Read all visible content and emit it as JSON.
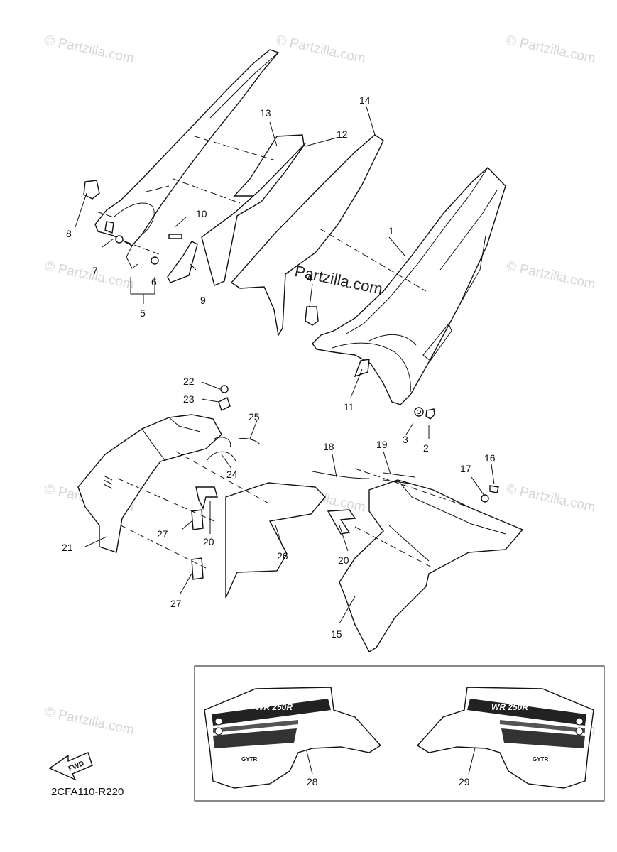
{
  "watermarks": {
    "text": "© Partzilla.com",
    "center_text": "© Partzilla.com"
  },
  "diagram_code": "2CFA110-R220",
  "fwd_label": "FWD",
  "callouts": [
    "1",
    "2",
    "3",
    "4",
    "5",
    "6",
    "7",
    "8",
    "9",
    "10",
    "11",
    "12",
    "13",
    "14",
    "15",
    "16",
    "17",
    "18",
    "19",
    "20",
    "20",
    "21",
    "22",
    "23",
    "24",
    "25",
    "26",
    "27",
    "27",
    "28",
    "29"
  ],
  "decal_text": {
    "model": "WR 250R",
    "gytr": "GYTR"
  }
}
